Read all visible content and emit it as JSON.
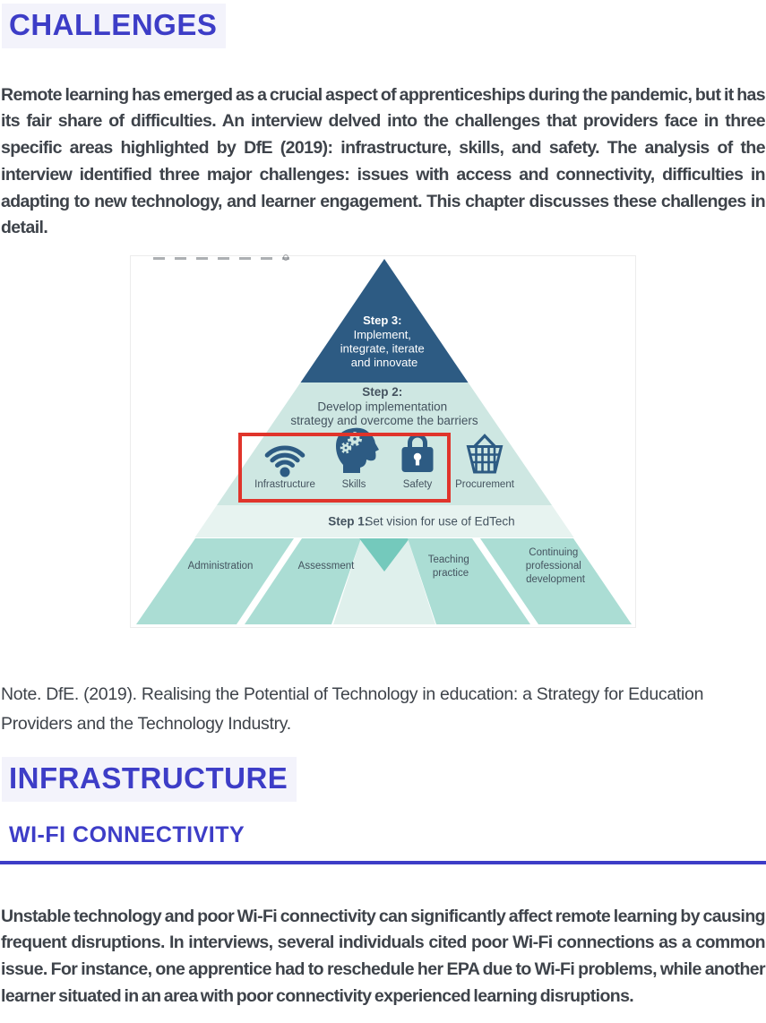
{
  "colors": {
    "accent_blue": "#3d3dc7",
    "heading_bg": "#f3f3fb",
    "body_text": "#3e434a",
    "pyramid_dark_blue": "#2d5b83",
    "step2_band": "#cee7e2",
    "step1_band": "#e7f3f0",
    "base_segment": "#abddd4",
    "base_center_light": "#dff0ec",
    "base_center_notch": "#74c9bc",
    "highlight_red": "#e0342b",
    "figure_text": "#44535f"
  },
  "sections": {
    "challenges": {
      "heading": "CHALLENGES",
      "paragraph": "Remote learning has emerged as a crucial aspect of apprenticeships during the pandemic, but it has its fair share of difficulties. An interview delved into the challenges that providers face in three specific areas highlighted by DfE (2019): infrastructure, skills, and safety. The analysis of the interview identified three major challenges: issues with access and connectivity, difficulties in adapting to new technology, and learner engagement. This chapter discusses these challenges in detail."
    },
    "figure_note": "Note. DfE. (2019). Realising the Potential of Technology in education: a Strategy for Education Providers and the Technology Industry.",
    "infrastructure": {
      "heading": "INFRASTRUCTURE",
      "subheading": "WI-FI CONNECTIVITY",
      "paragraph": "Unstable technology and poor Wi-Fi connectivity can significantly affect remote learning by causing frequent disruptions. In interviews, several individuals cited poor Wi-Fi connections as a common issue. For instance, one apprentice had to reschedule her EPA due to Wi-Fi problems, while another learner situated in an area with poor connectivity experienced learning disruptions."
    }
  },
  "figure": {
    "step3": {
      "title": "Step 3:",
      "lines": [
        "Implement,",
        "integrate, iterate",
        "and innovate"
      ]
    },
    "step2": {
      "title": "Step 2:",
      "lines": [
        "Develop implementation",
        "strategy and overcome the barriers"
      ]
    },
    "step1": {
      "title": "Step 1:",
      "text": "Set vision for use of EdTech"
    },
    "icons": [
      {
        "icon": "wifi-icon",
        "label": "Infrastructure"
      },
      {
        "icon": "head-gears-icon",
        "label": "Skills"
      },
      {
        "icon": "padlock-icon",
        "label": "Safety"
      },
      {
        "icon": "basket-icon",
        "label": "Procurement"
      }
    ],
    "base_labels": [
      [
        "Administration"
      ],
      [
        "Assessment"
      ],
      [
        "Teaching",
        "practice"
      ],
      [
        "Continuing",
        "professional",
        "development"
      ]
    ]
  }
}
